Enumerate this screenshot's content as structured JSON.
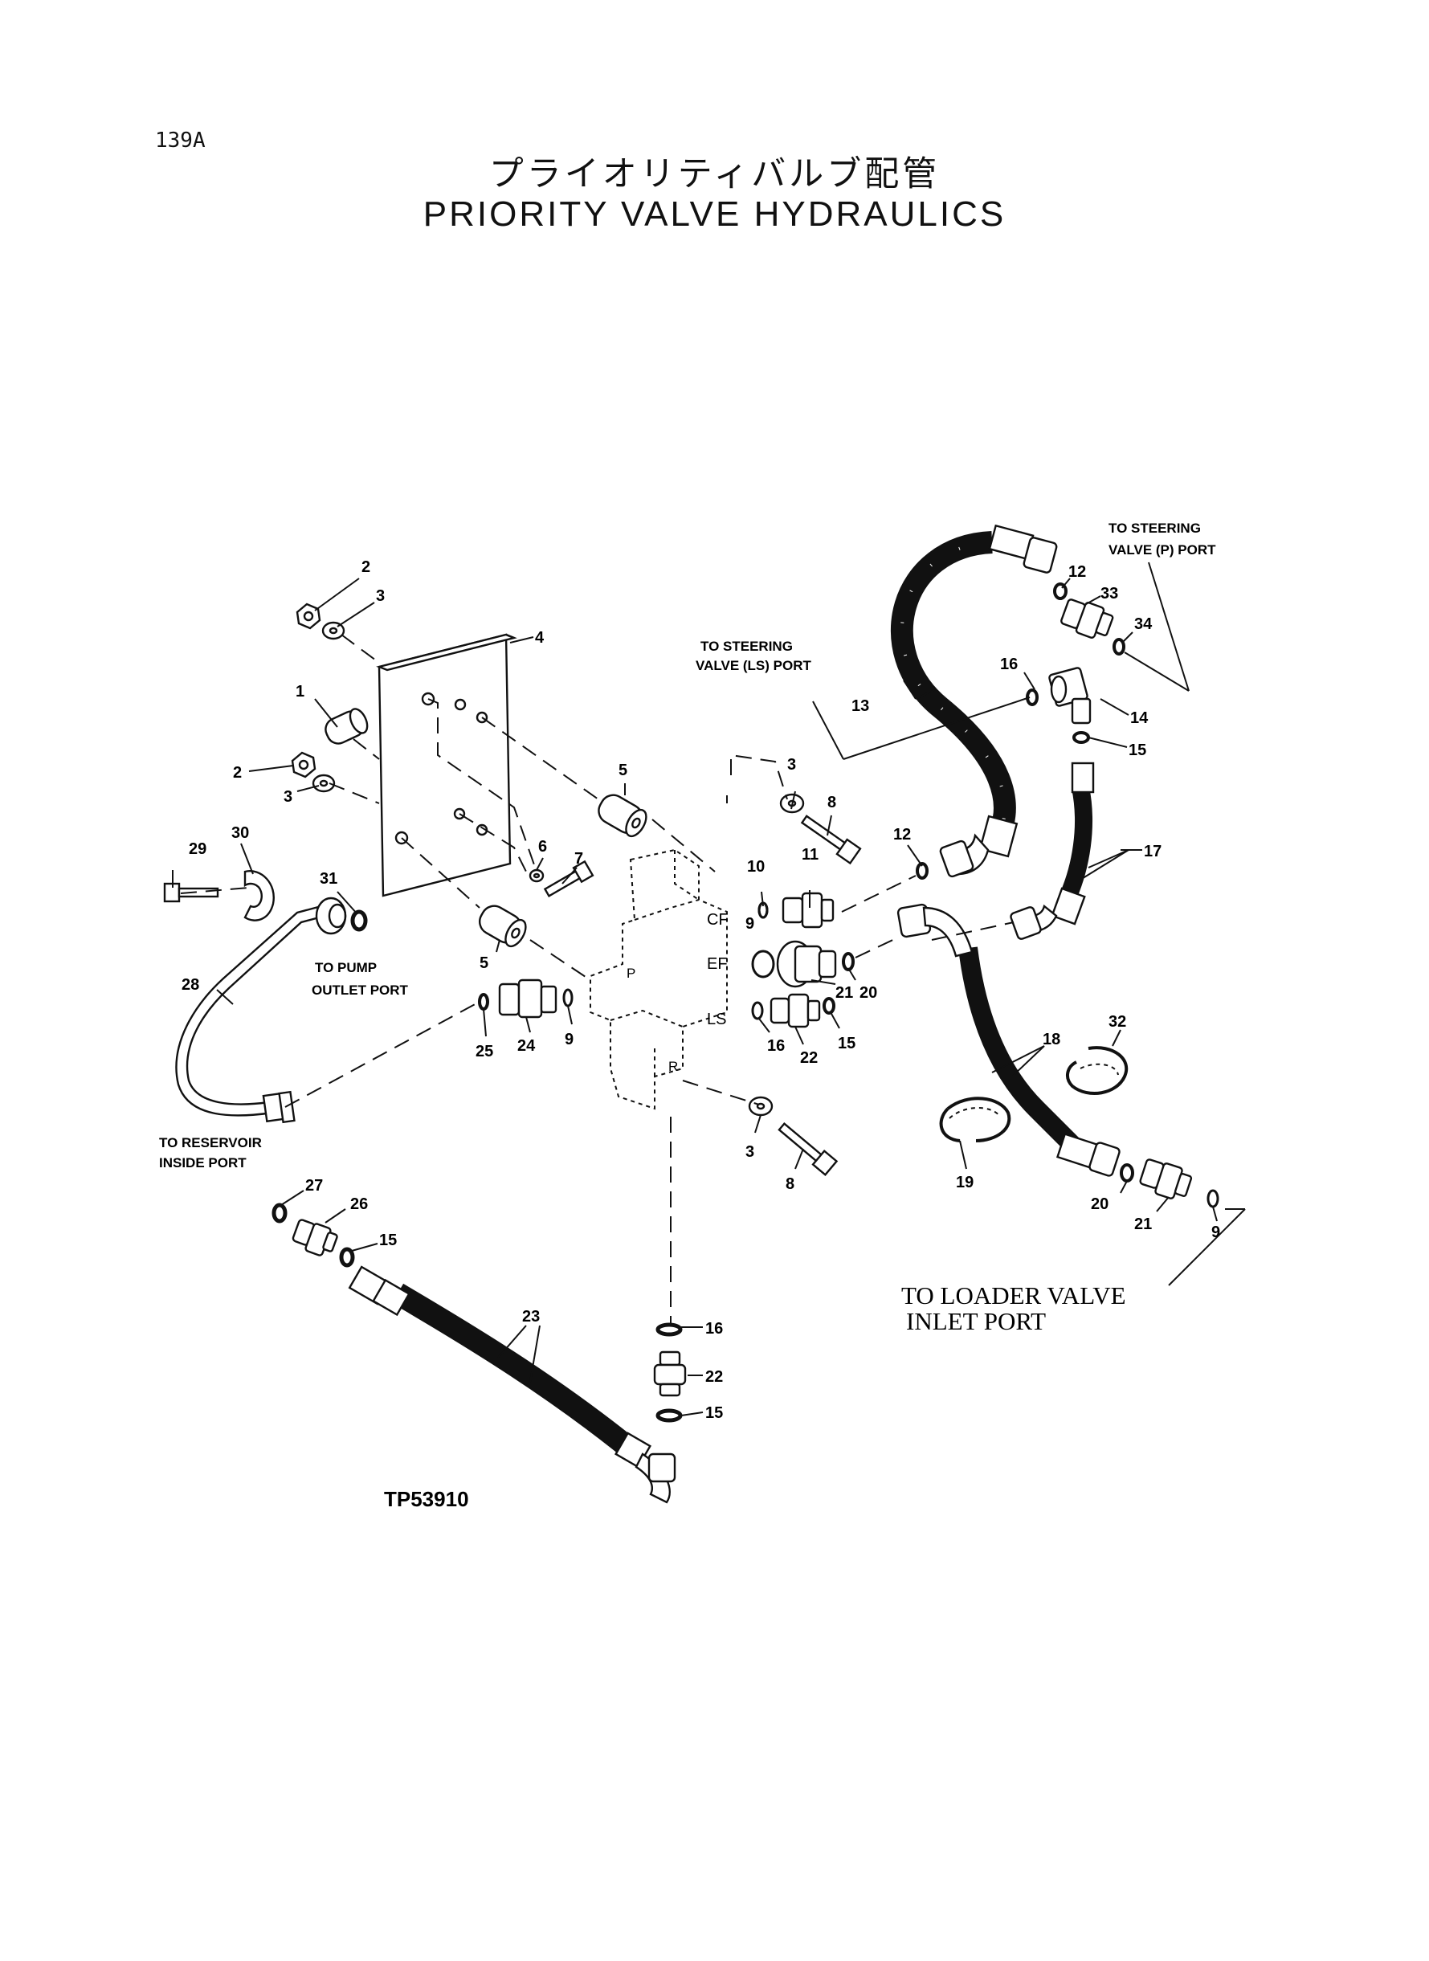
{
  "page_number": "139A",
  "title_jp": "プライオリティバルブ配管",
  "title_en": "PRIORITY  VALVE  HYDRAULICS",
  "figure_code": "TP53910",
  "callouts": {
    "to_steering_p": [
      "TO STEERING",
      "VALVE (P) PORT"
    ],
    "to_steering_ls": [
      "TO STEERING",
      "VALVE (LS) PORT"
    ],
    "to_pump": [
      "TO PUMP",
      "OUTLET PORT"
    ],
    "to_reservoir": [
      "TO RESERVOIR",
      "INSIDE PORT"
    ],
    "to_loader": [
      "TO LOADER VALVE",
      "INLET PORT"
    ]
  },
  "port_labels": {
    "cf": "CF",
    "ef": "EF",
    "ls": "LS",
    "p": "P",
    "r": "R"
  },
  "part_numbers": {
    "n1": "1",
    "n2a": "2",
    "n2b": "2",
    "n3a": "3",
    "n3b": "3",
    "n3c": "3",
    "n3d": "3",
    "n4": "4",
    "n5a": "5",
    "n5b": "5",
    "n6": "6",
    "n7": "7",
    "n8a": "8",
    "n8b": "8",
    "n9a": "9",
    "n9b": "9",
    "n9c": "9",
    "n10": "10",
    "n11": "11",
    "n12a": "12",
    "n12b": "12",
    "n13": "13",
    "n14": "14",
    "n15a": "15",
    "n15b": "15",
    "n15c": "15",
    "n15d": "15",
    "n16a": "16",
    "n16b": "16",
    "n16c": "16",
    "n17": "17",
    "n18": "18",
    "n19": "19",
    "n20a": "20",
    "n20b": "20",
    "n21a": "21",
    "n21b": "21",
    "n22a": "22",
    "n22b": "22",
    "n23": "23",
    "n24": "24",
    "n25": "25",
    "n26": "26",
    "n27": "27",
    "n28": "28",
    "n29": "29",
    "n30": "30",
    "n31": "31",
    "n32": "32",
    "n33": "33",
    "n34": "34"
  }
}
